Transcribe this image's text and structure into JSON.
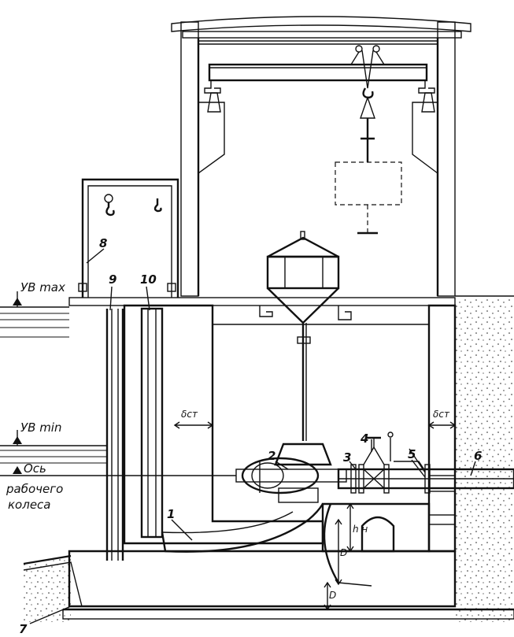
{
  "labels": {
    "uv_max": "УВ max",
    "uv_min": "УВ min",
    "axis_line1": "Ось",
    "axis_line2": "рабочего",
    "axis_line3": "колеса",
    "delta_left": "δст",
    "delta_right": "δст",
    "h_n": "h н",
    "d_l": "D",
    "d_s": "D",
    "n1": "1",
    "n2": "2",
    "n3": "3",
    "n4": "4",
    "n5": "5",
    "n6": "6",
    "n7": "7",
    "n8": "8",
    "n9": "9",
    "n10": "10"
  }
}
